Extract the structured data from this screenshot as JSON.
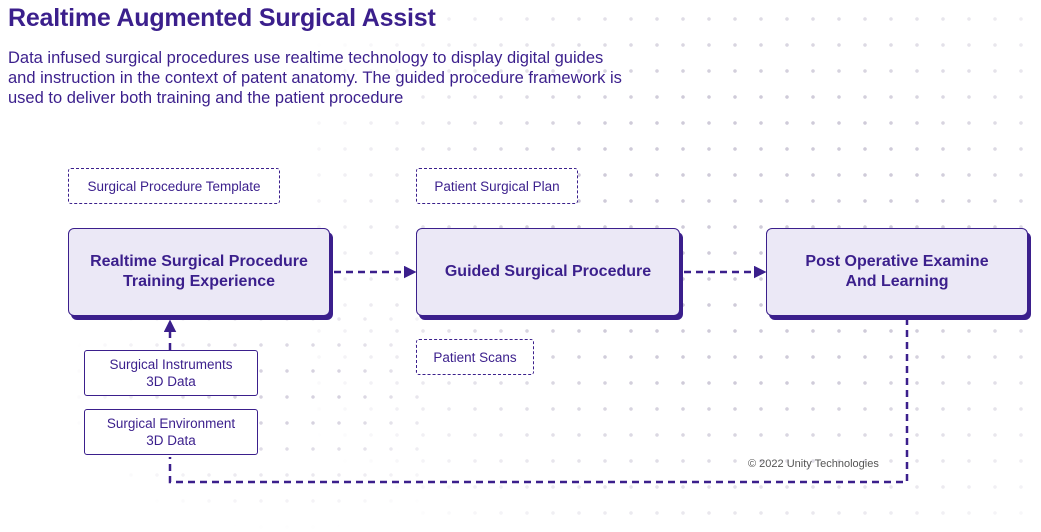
{
  "title": "Realtime Augmented Surgical Assist",
  "description": "Data infused surgical procedures use realtime technology to display digital guides and instruction in the context of patent anatomy. The guided procedure framework is used to deliver both training and the patient procedure",
  "tags": {
    "template": "Surgical Procedure Template",
    "plan": "Patient Surgical Plan",
    "scans": "Patient Scans"
  },
  "boxes": {
    "training": "Realtime Surgical Procedure\nTraining Experience",
    "guided": "Guided Surgical Procedure",
    "post_op": "Post Operative Examine\nAnd Learning"
  },
  "data_inputs": {
    "instruments": "Surgical Instruments\n3D Data",
    "environment": "Surgical Environment\n3D Data"
  },
  "copyright": "© 2022 Unity Technologies",
  "colors": {
    "accent": "#3b1f8c",
    "box_fill": "#ebe8f6"
  }
}
